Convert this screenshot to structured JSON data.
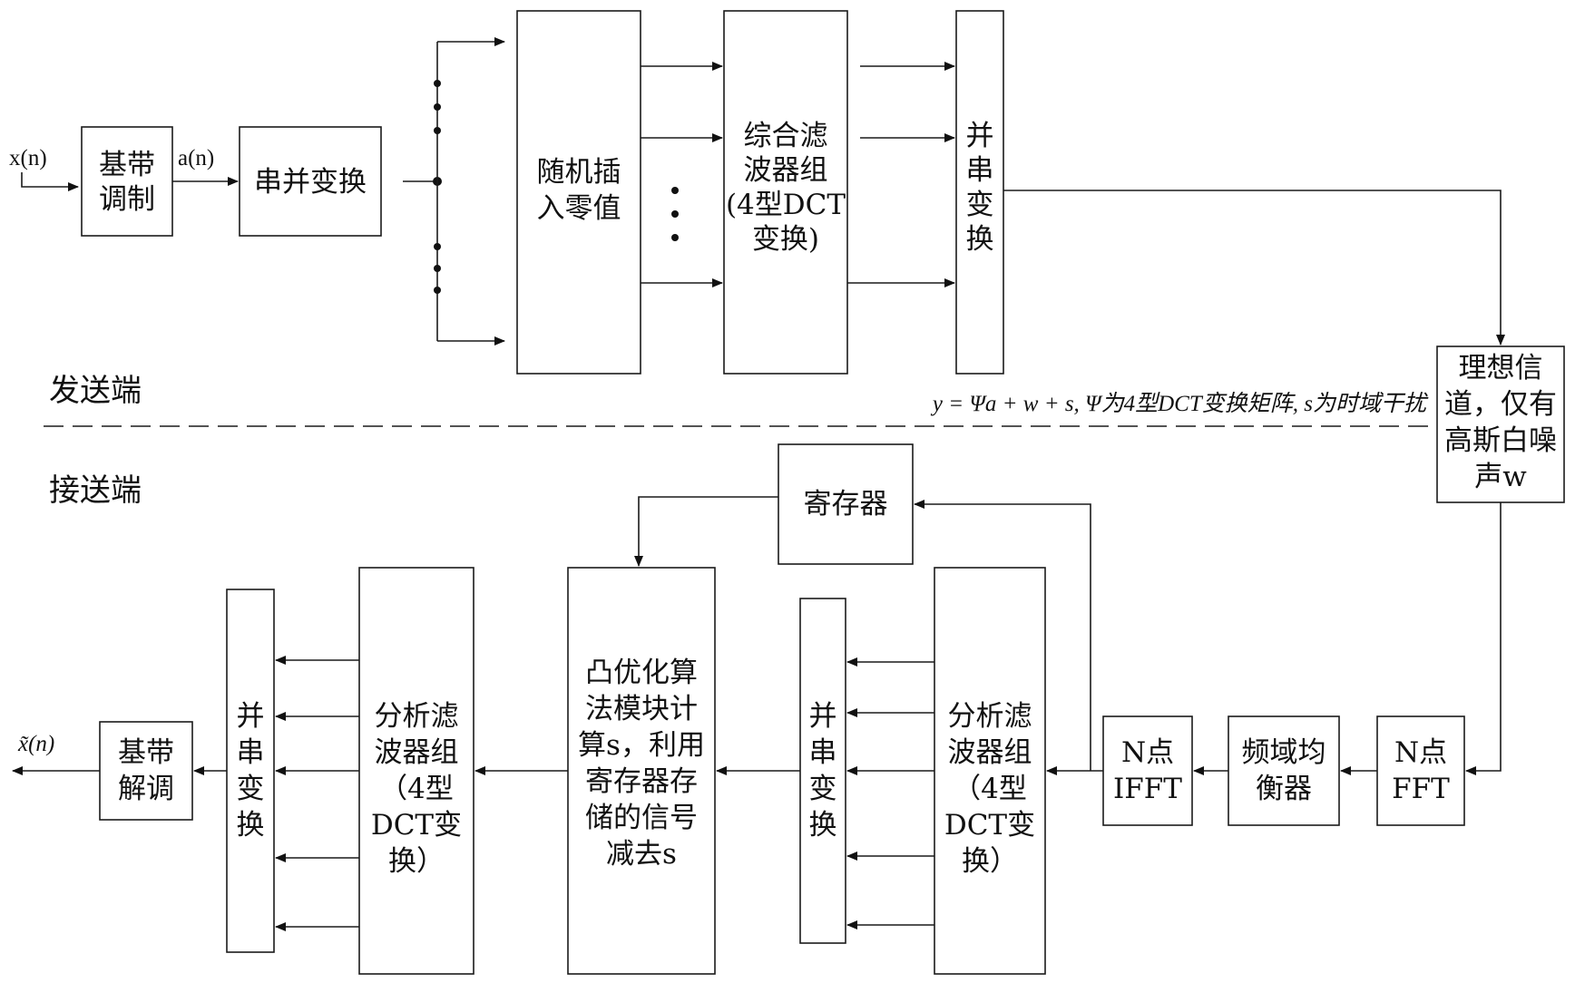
{
  "transmitter": {
    "section_label": "发送端",
    "input_label": "x(n)",
    "modulation": {
      "lines": [
        "基带",
        "调制"
      ]
    },
    "a_label": "a(n)",
    "sp_convert": {
      "lines": [
        "串并变换"
      ]
    },
    "random_insert": {
      "lines": [
        "随机插",
        "入零值"
      ]
    },
    "synthesis_bank": {
      "lines": [
        "综合滤",
        "波器组",
        "(4型DCT",
        "变换)"
      ]
    },
    "ps_convert": {
      "lines": [
        "并",
        "串",
        "变",
        "换"
      ]
    }
  },
  "channel": {
    "lines": [
      "理想信",
      "道，仅有",
      "高斯白噪",
      "声w"
    ],
    "formula": "y = Ψa + w + s, Ψ为4型DCT变换矩阵, s为时域干扰"
  },
  "receiver": {
    "section_label": "接送端",
    "register": {
      "lines": [
        "寄存器"
      ]
    },
    "fft": {
      "lines": [
        "N点",
        "FFT"
      ]
    },
    "equalizer": {
      "lines": [
        "频域均",
        "衡器"
      ]
    },
    "ifft": {
      "lines": [
        "N点",
        "IFFT"
      ]
    },
    "analysis_bank_1": {
      "lines": [
        "分析滤",
        "波器组",
        "（4型",
        "DCT变",
        "换）"
      ]
    },
    "ps_convert_1": {
      "lines": [
        "并",
        "串",
        "变",
        "换"
      ]
    },
    "convex_module": {
      "lines": [
        "凸优化算",
        "法模块计",
        "算s，利用",
        "寄存器存",
        "储的信号",
        "减去s"
      ]
    },
    "analysis_bank_2": {
      "lines": [
        "分析滤",
        "波器组",
        "（4型",
        "DCT变",
        "换）"
      ]
    },
    "ps_convert_2": {
      "lines": [
        "并",
        "串",
        "变",
        "换"
      ]
    },
    "demodulation": {
      "lines": [
        "基带",
        "解调"
      ]
    },
    "output_label": "x̃(n)"
  }
}
